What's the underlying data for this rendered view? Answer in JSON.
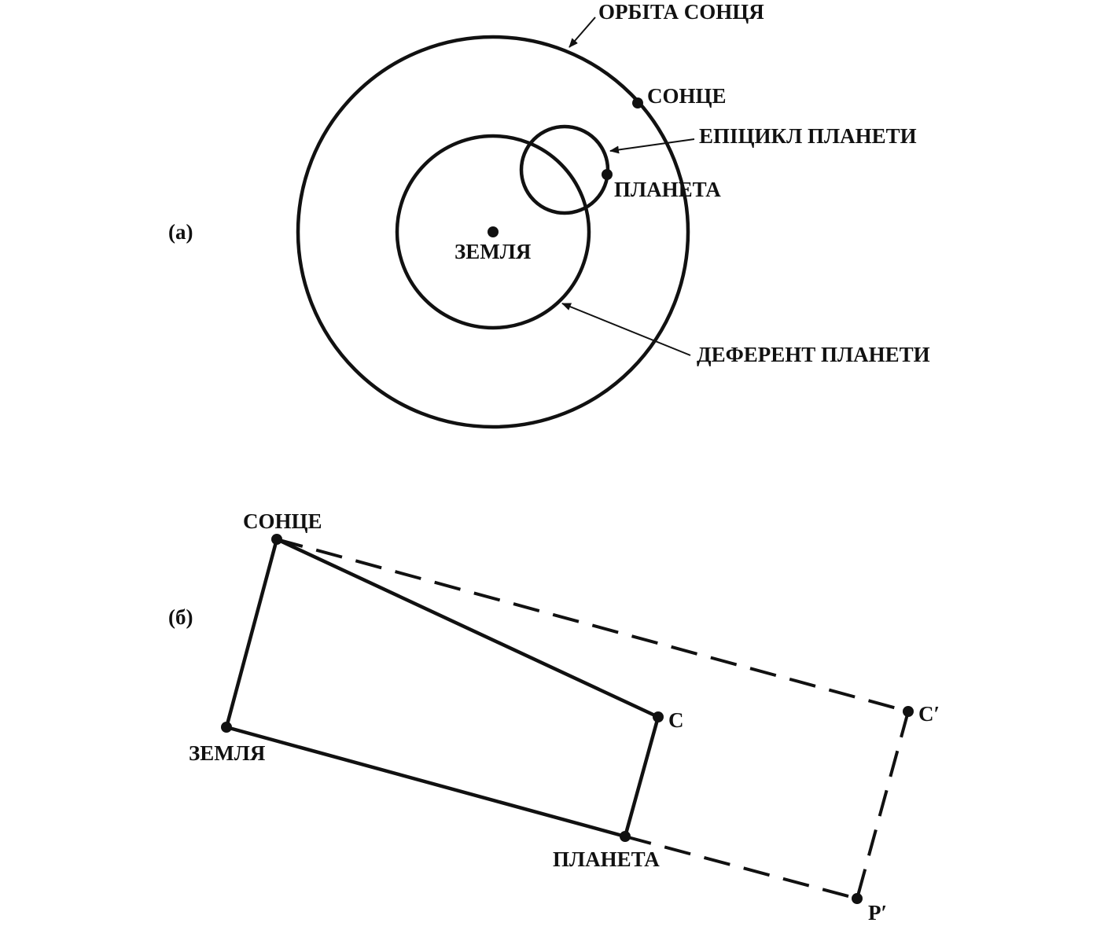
{
  "panel_a": {
    "label": "(a)",
    "sun_orbit_label": "ОРБІТА СОНЦЯ",
    "sun_label": "СОНЦЕ",
    "epicycle_label": "ЕПІЦИКЛ ПЛАНЕТИ",
    "planet_label": "ПЛАНЕТА",
    "earth_label": "ЗЕМЛЯ",
    "deferent_label": "ДЕФЕРЕНТ ПЛАНЕТИ"
  },
  "panel_b": {
    "label": "(б)",
    "sun_label": "СОНЦЕ",
    "earth_label": "ЗЕМЛЯ",
    "c_label": "C",
    "planet_label": "ПЛАНЕТА",
    "c_prime_label": "C′",
    "p_prime_label": "P′"
  }
}
